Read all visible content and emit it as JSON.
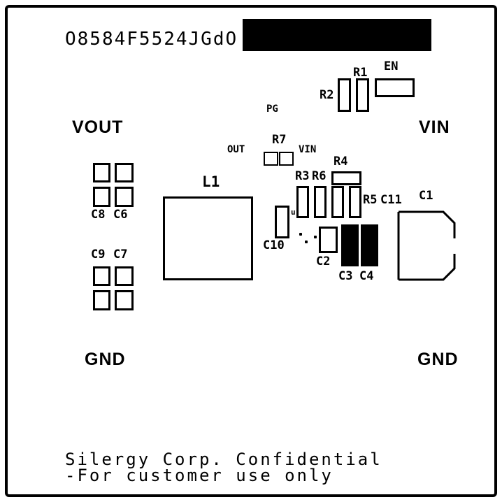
{
  "part_number": "O8584F5524JGdO",
  "nets": {
    "vout": "VOUT",
    "vin": "VIN",
    "gnd_left": "GND",
    "gnd_right": "GND",
    "en": "EN",
    "pg": "PG",
    "out": "OUT",
    "vin_small": "VIN"
  },
  "refdes": {
    "r1": "R1",
    "r2": "R2",
    "r3": "R3",
    "r4": "R4",
    "r5": "R5",
    "r6": "R6",
    "r7": "R7",
    "l1": "L1",
    "c1": "C1",
    "c2": "C2",
    "c3": "C3",
    "c4": "C4",
    "c6": "C6",
    "c7": "C7",
    "c8": "C8",
    "c9": "C9",
    "c10": "C10",
    "c11": "C11"
  },
  "marks": {
    "polarity": "u"
  },
  "footer": {
    "line1": "Silergy Corp. Confidential",
    "line2": "-For customer use only"
  },
  "colors": {
    "silkscreen": "#000000",
    "board": "#ffffff"
  }
}
